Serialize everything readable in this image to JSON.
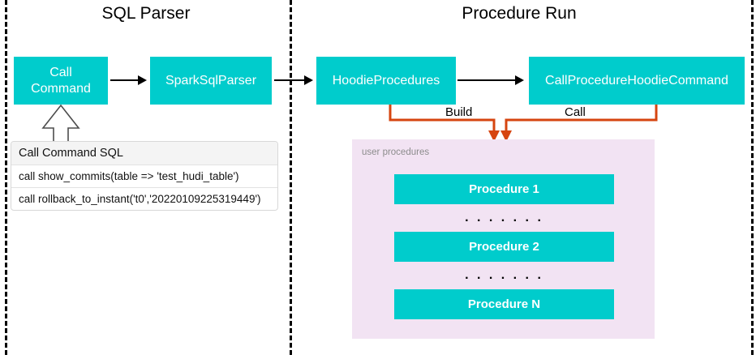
{
  "diagram": {
    "sections": [
      {
        "title": "SQL Parser"
      },
      {
        "title": "Procedure Run"
      }
    ],
    "nodes": {
      "call_command": "Call\nCommand",
      "call_command_line1": "Call",
      "call_command_line2": "Command",
      "spark_sql_parser": "SparkSqlParser",
      "hoodie_procedures": "HoodieProcedures",
      "call_procedure_hoodie_command": "CallProcedureHoodieCommand"
    },
    "connector_labels": {
      "build": "Build",
      "call": "Call"
    },
    "sql_table": {
      "header": "Call Command SQL",
      "rows": [
        "call show_commits(table => 'test_hudi_table')",
        "call rollback_to_instant('t0','20220109225319449')"
      ]
    },
    "user_panel": {
      "label": "user procedures",
      "procedures": [
        "Procedure 1",
        "Procedure 2",
        "Procedure N"
      ],
      "ellipsis": ". . . . . . ."
    },
    "colors": {
      "node_fill": "#00CCCC",
      "panel_fill": "#f2e3f3",
      "connector": "#d64510",
      "divider": "#000000",
      "text_on_node": "#ffffff"
    }
  }
}
